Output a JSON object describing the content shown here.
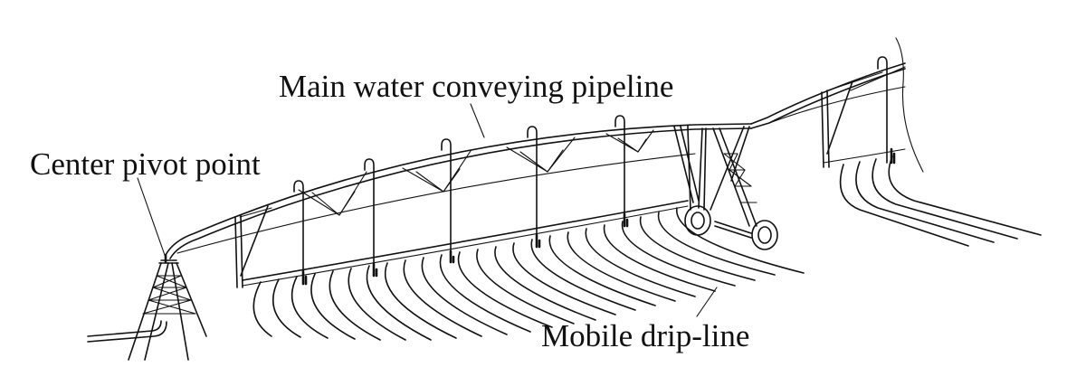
{
  "labels": {
    "pipeline": "Main water conveying pipeline",
    "pivot": "Center pivot point",
    "dripline": "Mobile drip-line"
  }
}
